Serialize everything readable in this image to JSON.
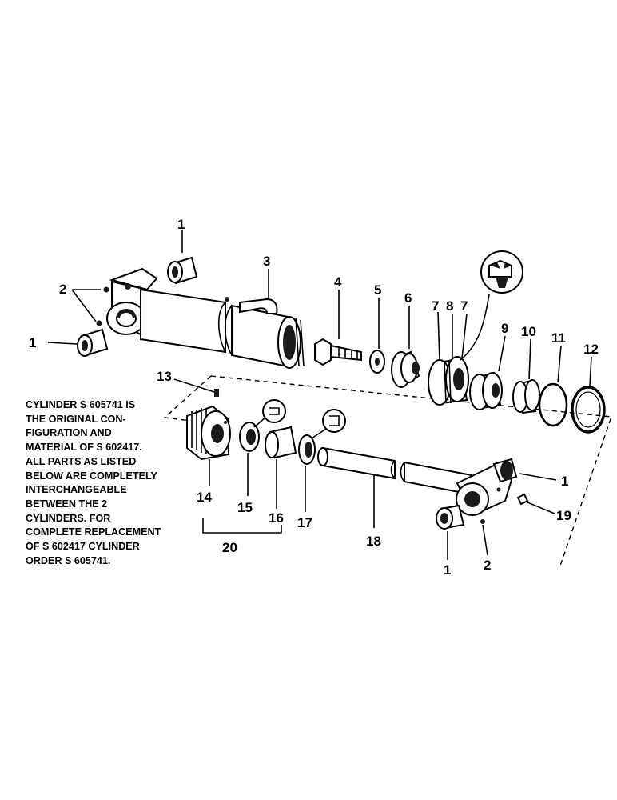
{
  "note": {
    "lines": [
      "CYLINDER S 605741 IS",
      "THE ORIGINAL CON-",
      "FIGURATION AND",
      "MATERIAL OF S 602417.",
      "ALL PARTS AS LISTED",
      "BELOW ARE COMPLETELY",
      "INTERCHANGEABLE",
      "BETWEEN THE 2",
      "CYLINDERS.  FOR",
      "COMPLETE REPLACEMENT",
      "OF S 602417 CYLINDER",
      "ORDER S 605741."
    ]
  },
  "callouts": {
    "c1_top": "1",
    "c1_left": "1",
    "c2_top": "2",
    "c3": "3",
    "c4": "4",
    "c5": "5",
    "c6": "6",
    "c7a": "7",
    "c8": "8",
    "c7b": "7",
    "c9": "9",
    "c10": "10",
    "c11": "11",
    "c12": "12",
    "c13": "13",
    "c14": "14",
    "c15": "15",
    "c16": "16",
    "c17": "17",
    "c18": "18",
    "c1_right": "1",
    "c19": "19",
    "c1_bottom": "1",
    "c2_bottom": "2",
    "c20": "20"
  }
}
